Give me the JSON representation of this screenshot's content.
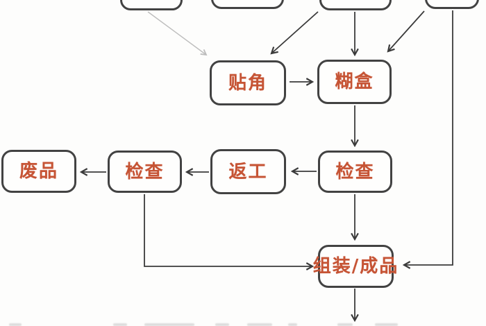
{
  "diagram": {
    "type": "flowchart",
    "title_visible": false,
    "background_color": "#fdfdfc",
    "box_fill_color": "#fefefd",
    "box_border_color": "#424242",
    "label_color": "#c65435",
    "arrow_color": "#3a3a3a",
    "faint_arrow_color": "#bdbdbd",
    "nodes": {
      "top_partial_1": {
        "label": ""
      },
      "top_partial_2": {
        "label": ""
      },
      "top_partial_3": {
        "label": ""
      },
      "top_partial_4": {
        "label": ""
      },
      "tiejiao": {
        "label": "贴角"
      },
      "huhe": {
        "label": "糊盒"
      },
      "feipin": {
        "label": "废品"
      },
      "jiancha_recheck": {
        "label": "检查"
      },
      "fangong": {
        "label": "返工"
      },
      "jiancha_main": {
        "label": "检查"
      },
      "zuzhuang": {
        "label": "组装/成品"
      }
    },
    "edges": [
      {
        "from": "top_partial_1",
        "to": "tiejiao",
        "style": "faint-diagonal"
      },
      {
        "from": "top_partial_3",
        "to": "tiejiao",
        "style": "diagonal"
      },
      {
        "from": "top_partial_3",
        "to": "huhe",
        "style": "vertical"
      },
      {
        "from": "top_partial_4",
        "to": "huhe",
        "style": "diagonal"
      },
      {
        "from": "top_partial_4",
        "to": "zuzhuang",
        "style": "elbow-right-side"
      },
      {
        "from": "tiejiao",
        "to": "huhe",
        "style": "horizontal"
      },
      {
        "from": "huhe",
        "to": "jiancha_main",
        "style": "vertical"
      },
      {
        "from": "jiancha_main",
        "to": "fangong",
        "style": "horizontal-left"
      },
      {
        "from": "fangong",
        "to": "jiancha_recheck",
        "style": "horizontal-left"
      },
      {
        "from": "jiancha_recheck",
        "to": "feipin",
        "style": "horizontal-left"
      },
      {
        "from": "jiancha_main",
        "to": "zuzhuang",
        "style": "vertical"
      },
      {
        "from": "jiancha_recheck",
        "to": "zuzhuang",
        "style": "elbow-down-right"
      },
      {
        "from": "zuzhuang",
        "to": "offscreen-bottom",
        "style": "vertical"
      }
    ]
  }
}
